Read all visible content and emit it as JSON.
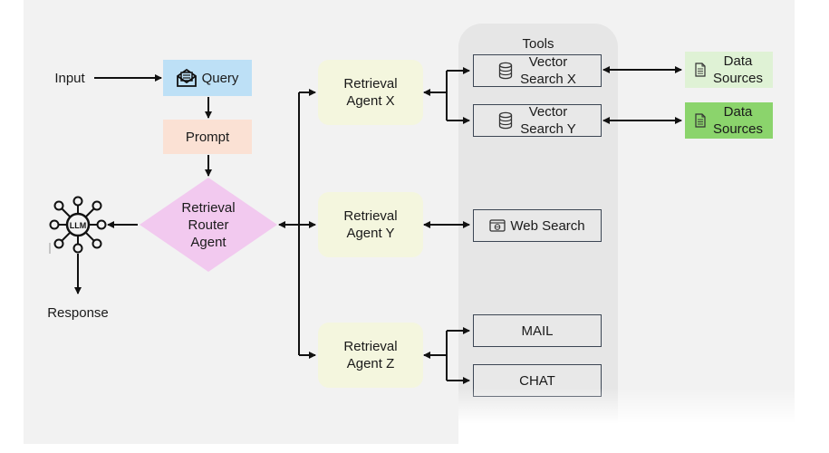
{
  "diagram": {
    "input_label": "Input",
    "query_label": "Query",
    "prompt_label": "Prompt",
    "router_lines": [
      "Retrieval",
      "Router",
      "Agent"
    ],
    "llm_label": "LLM",
    "response_label": "Response",
    "agents": [
      {
        "lines": [
          "Retrieval",
          "Agent X"
        ]
      },
      {
        "lines": [
          "Retrieval",
          "Agent Y"
        ]
      },
      {
        "lines": [
          "Retrieval",
          "Agent Z"
        ]
      }
    ],
    "tools_title": "Tools",
    "tools": [
      {
        "lines": [
          "Vector",
          "Search X"
        ],
        "icon": "database-icon"
      },
      {
        "lines": [
          "Vector",
          "Search Y"
        ],
        "icon": "database-icon"
      },
      {
        "lines": [
          "Web Search"
        ],
        "icon": "web-browser-icon"
      },
      {
        "lines": [
          "MAIL"
        ],
        "icon": ""
      },
      {
        "lines": [
          "CHAT"
        ],
        "icon": ""
      }
    ],
    "data_sources": [
      {
        "lines": [
          "Data",
          "Sources"
        ],
        "icon": "document-icon"
      },
      {
        "lines": [
          "Data",
          "Sources"
        ],
        "icon": "document-icon"
      }
    ],
    "colors": {
      "query_fill": "#bde0f6",
      "prompt_fill": "#fbe1d4",
      "router_fill": "#f2c9ef",
      "agent_fill": "#f4f6de",
      "tool_fill": "#e8e8e8",
      "tools_column_fill": "#e6e6e6",
      "data_source_fill_light": "#dff2d5",
      "data_source_fill_dark": "#8bd46c",
      "arrow_color": "#111111"
    }
  }
}
